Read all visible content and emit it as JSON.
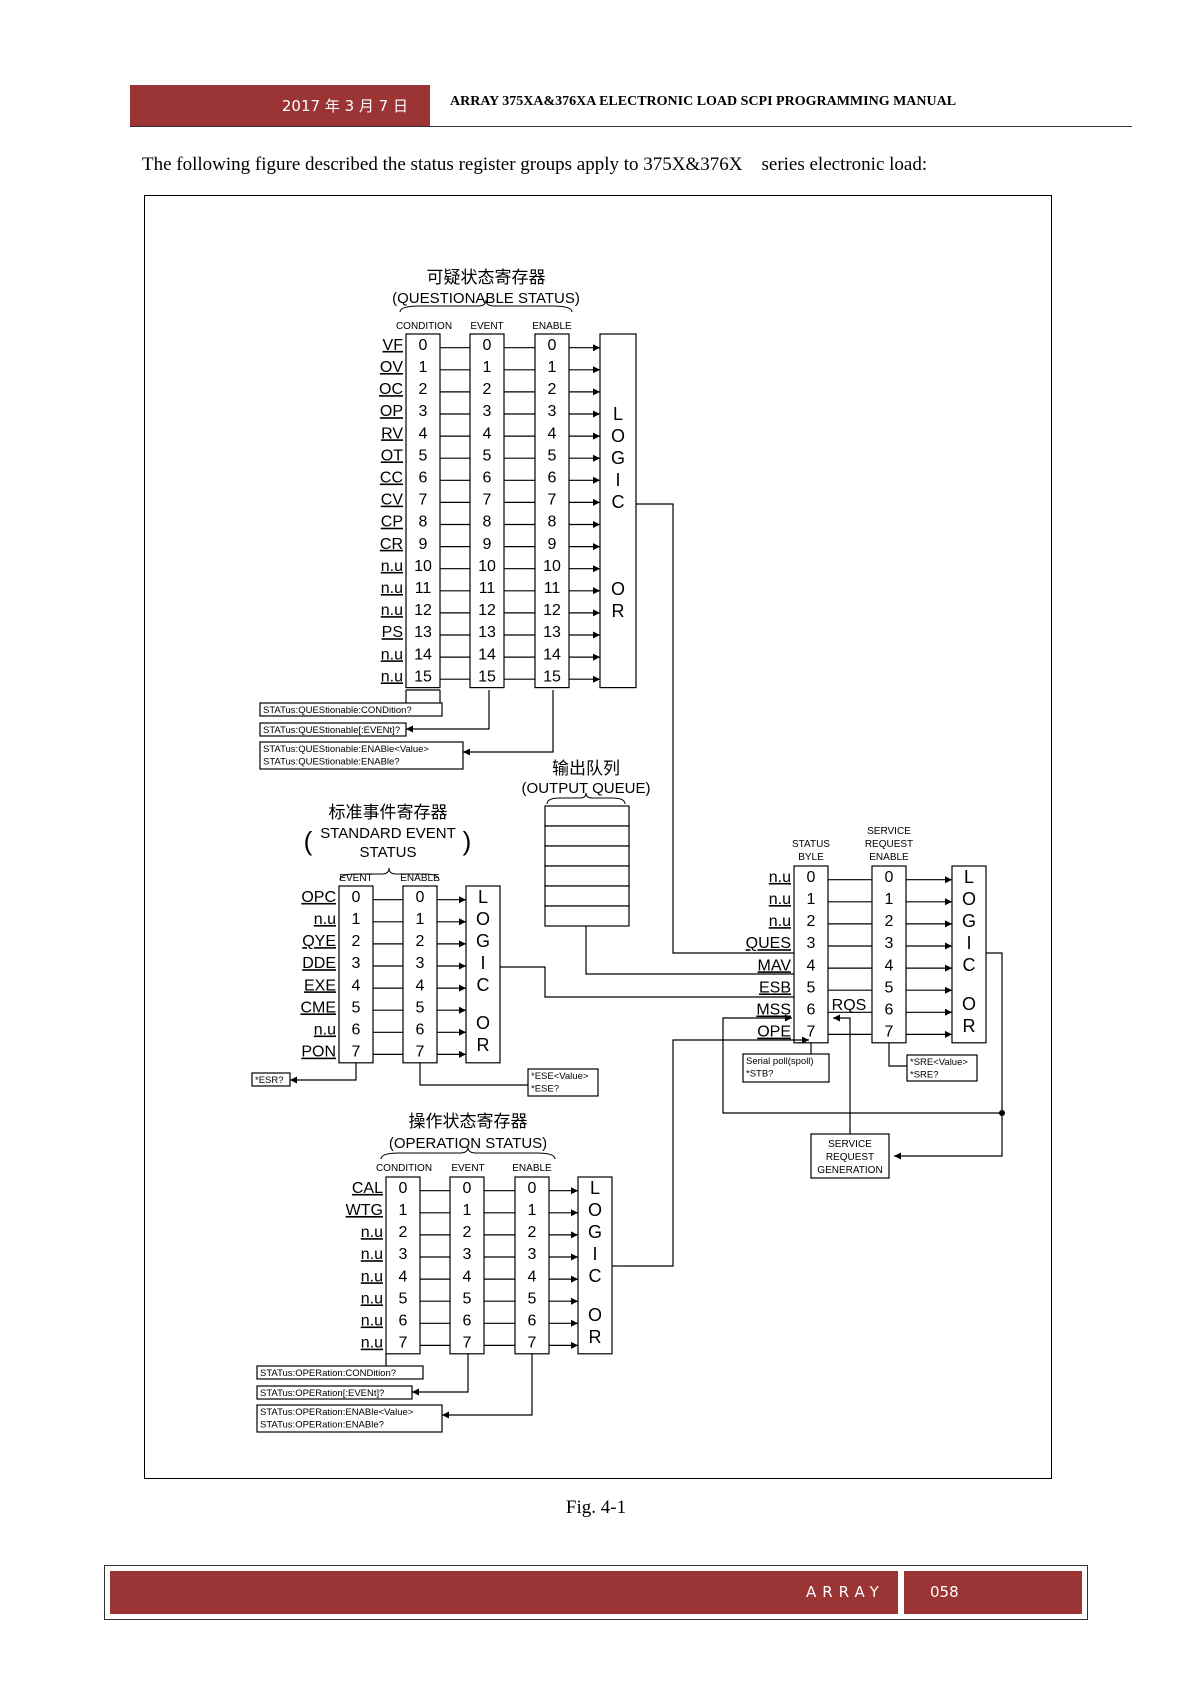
{
  "header": {
    "date": "2017 年 3 月 7 日",
    "title": "ARRAY 375XA&376XA ELECTRONIC LOAD SCPI PROGRAMMING MANUAL"
  },
  "intro": "The following figure described the status register groups apply to 375X&376X    series electronic load:",
  "figure": {
    "questionable": {
      "title_cn": "可疑状态寄存器",
      "title_en": "(QUESTIONABLE STATUS)",
      "col_condition": "CONDITION",
      "col_event": "EVENT",
      "col_enable": "ENABLE",
      "labels": [
        "VF",
        "OV",
        "OC",
        "OP",
        "RV",
        "OT",
        "CC",
        "CV",
        "CP",
        "CR",
        "n.u",
        "n.u",
        "n.u",
        "PS",
        "n.u",
        "n.u"
      ],
      "bits": [
        "0",
        "1",
        "2",
        "3",
        "4",
        "5",
        "6",
        "7",
        "8",
        "9",
        "10",
        "11",
        "12",
        "13",
        "14",
        "15"
      ],
      "logic_top": [
        "L",
        "O",
        "G",
        "I",
        "C"
      ],
      "logic_bottom": [
        "O",
        "R"
      ],
      "cmd_condition": "STATus:QUEStionable:CONDition?",
      "cmd_event": "STATus:QUEStionable[:EVENt]?",
      "cmd_enable_set": "STATus:QUEStionable:ENABle<Value>",
      "cmd_enable_query": "STATus:QUEStionable:ENABle?"
    },
    "output_queue": {
      "title_cn": "输出队列",
      "title_en": "(OUTPUT QUEUE)"
    },
    "standard": {
      "title_cn": "标准事件寄存器",
      "title_en1": "STANDARD EVENT",
      "title_en2": "STATUS",
      "paren_open": "(",
      "paren_close": ")",
      "col_event": "EVENT",
      "col_enable": "ENABLE",
      "labels": [
        "OPC",
        "n.u",
        "QYE",
        "DDE",
        "EXE",
        "CME",
        "n.u",
        "PON"
      ],
      "bits": [
        "0",
        "1",
        "2",
        "3",
        "4",
        "5",
        "6",
        "7"
      ],
      "logic_top": [
        "L",
        "O",
        "G",
        "I",
        "C"
      ],
      "logic_bottom": [
        "O",
        "R"
      ],
      "cmd_esr": "*ESR?",
      "cmd_ese_set": "*ESE<Value>",
      "cmd_ese_query": "*ESE?"
    },
    "status_byte": {
      "col_status1": "STATUS",
      "col_status2": "BYLE",
      "col_sre1": "SERVICE",
      "col_sre2": "REQUEST",
      "col_sre3": "ENABLE",
      "labels": [
        "n.u",
        "n.u",
        "n.u",
        "QUES",
        "MAV",
        "ESB",
        "MSS",
        "OPE"
      ],
      "bits": [
        "0",
        "1",
        "2",
        "3",
        "4",
        "5",
        "6",
        "7"
      ],
      "rqs": "RQS",
      "logic_top": [
        "L",
        "O",
        "G",
        "I",
        "C"
      ],
      "logic_bottom": [
        "O",
        "R"
      ],
      "cmd_spoll": "Serial poll(spoll)",
      "cmd_stb": "*STB?",
      "cmd_sre_set": "*SRE<Value>",
      "cmd_sre_query": "*SRE?",
      "srg1": "SERVICE",
      "srg2": "REQUEST",
      "srg3": "GENERATION"
    },
    "operation": {
      "title_cn": "操作状态寄存器",
      "title_en": "(OPERATION STATUS)",
      "col_condition": "CONDITION",
      "col_event": "EVENT",
      "col_enable": "ENABLE",
      "labels": [
        "CAL",
        "WTG",
        "n.u",
        "n.u",
        "n.u",
        "n.u",
        "n.u",
        "n.u"
      ],
      "bits": [
        "0",
        "1",
        "2",
        "3",
        "4",
        "5",
        "6",
        "7"
      ],
      "logic_top": [
        "L",
        "O",
        "G",
        "I",
        "C"
      ],
      "logic_bottom": [
        "O",
        "R"
      ],
      "cmd_condition": "STATus:OPERation:CONDition?",
      "cmd_event": "STATus:OPERation[:EVENt]?",
      "cmd_enable_set": "STATus:OPERation:ENABle<Value>",
      "cmd_enable_query": "STATus:OPERation:ENABle?"
    },
    "caption": "Fig. 4-1"
  },
  "footer": {
    "brand": "ARRAY",
    "page": "058"
  }
}
